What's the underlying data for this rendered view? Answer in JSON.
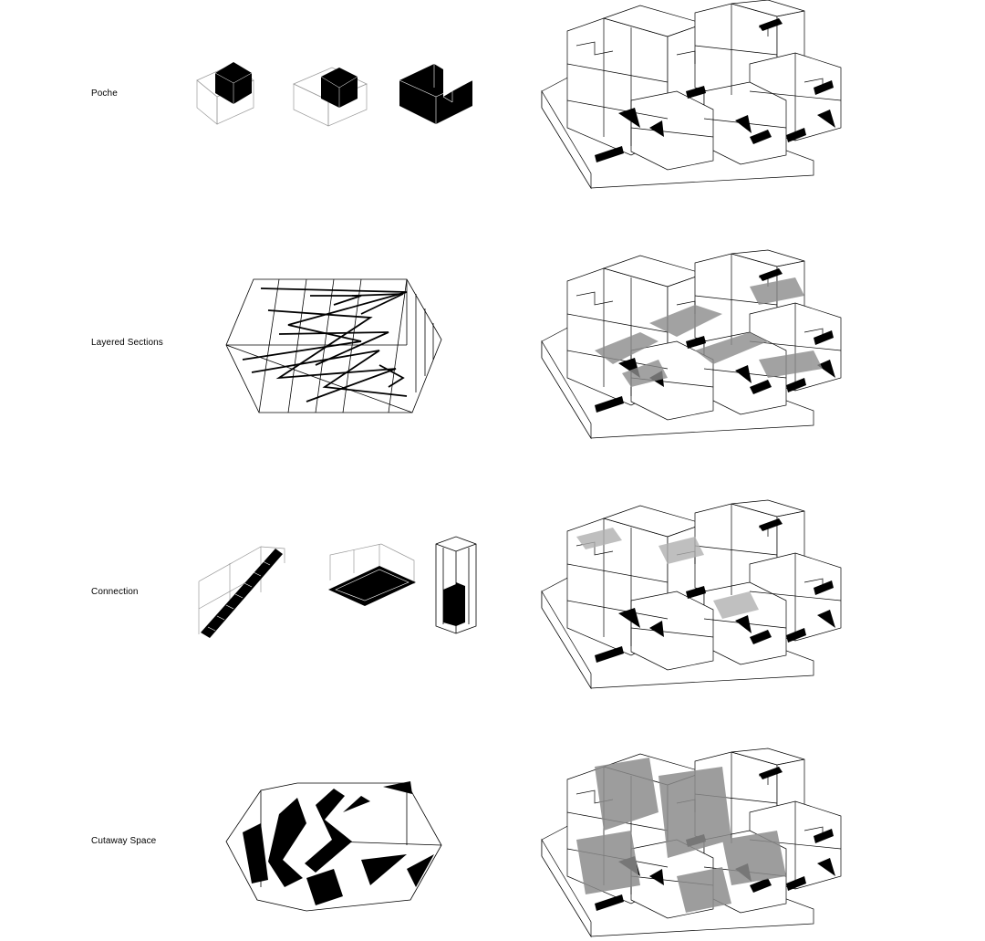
{
  "rows": [
    {
      "label": "Poche"
    },
    {
      "label": "Layered Sections"
    },
    {
      "label": "Connection"
    },
    {
      "label": "Cutaway Space"
    }
  ],
  "colors": {
    "line": "#000000",
    "fill_black": "#000000",
    "fill_grey": "#8c8c8c",
    "background": "#ffffff"
  }
}
